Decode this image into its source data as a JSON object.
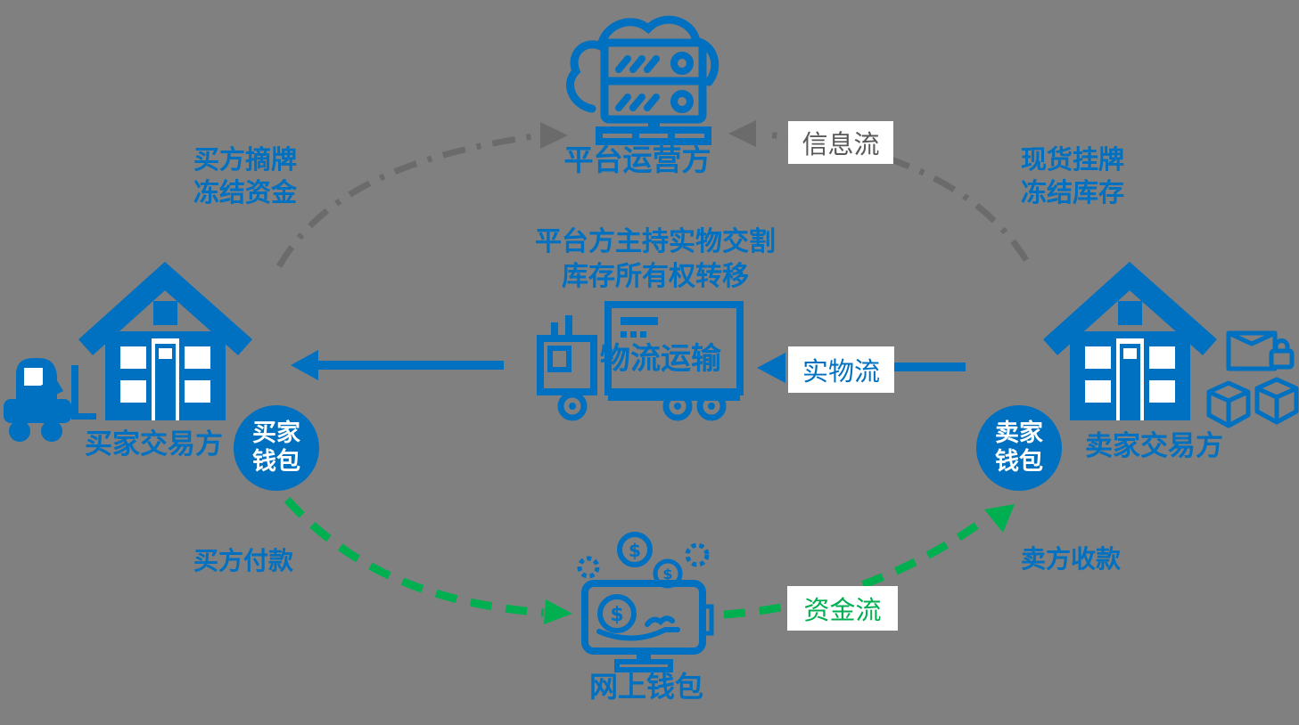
{
  "colors": {
    "background": "#808080",
    "accent_blue": "#0070C0",
    "flow_green": "#00B050",
    "arrow_gray": "#6B6B6B",
    "info_label_text": "#595959",
    "label_background": "#FFFFFF"
  },
  "nodes": {
    "platform": {
      "label": "平台运营方"
    },
    "buyer": {
      "label": "买家交易方",
      "wallet_line1": "买家",
      "wallet_line2": "钱包"
    },
    "seller": {
      "label": "卖家交易方",
      "wallet_line1": "卖家",
      "wallet_line2": "钱包"
    },
    "logistics": {
      "label": "物流运输",
      "note_line1": "平台方主持实物交割",
      "note_line2": "库存所有权转移"
    },
    "online_wallet": {
      "label": "网上钱包"
    }
  },
  "flow_labels": {
    "information": "信息流",
    "physical": "实物流",
    "capital": "资金流"
  },
  "annotations": {
    "top_left_line1": "买方摘牌",
    "top_left_line2": "冻结资金",
    "top_right_line1": "现货挂牌",
    "top_right_line2": "冻结库存",
    "bottom_left": "买方付款",
    "bottom_right": "卖方收款"
  },
  "icons": {
    "currency_symbol": "$"
  }
}
